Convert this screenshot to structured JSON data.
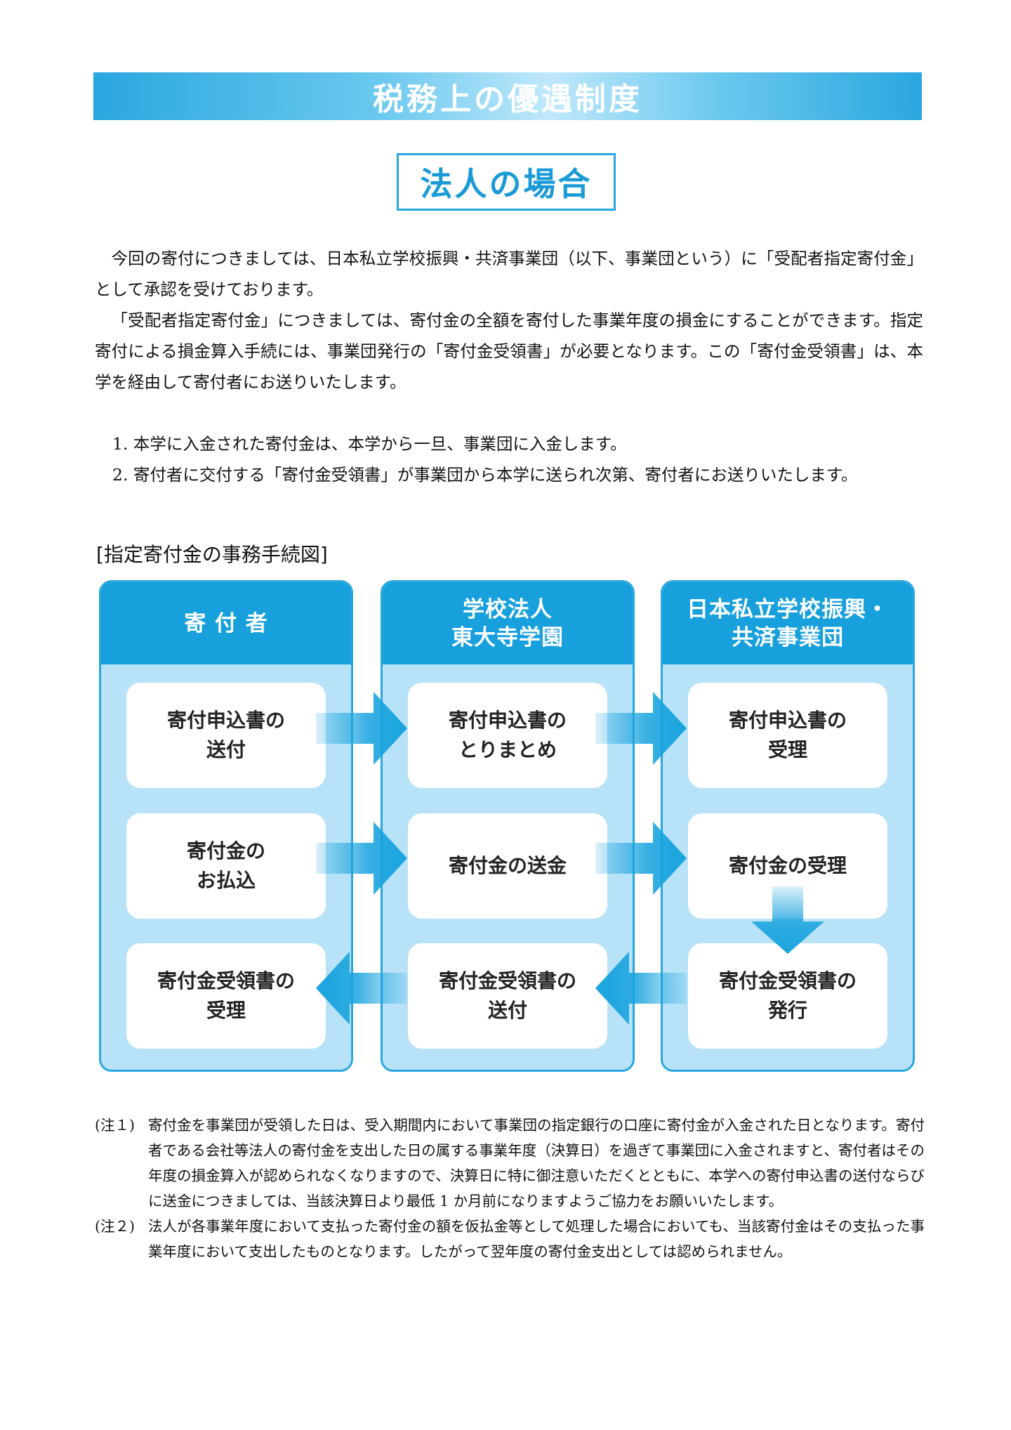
{
  "title": "税務上の優遇制度",
  "subtitle": "法人の場合",
  "intro": [
    "今回の寄付につきましては、日本私立学校振興・共済事業団（以下、事業団という）に「受配者指定寄付金」として承認を受けております。",
    "「受配者指定寄付金」につきましては、寄付金の全額を寄付した事業年度の損金にすることができます。指定寄付による損金算入手続には、事業団発行の「寄付金受領書」が必要となります。この「寄付金受領書」は、本学を経由して寄付者にお送りいたします。"
  ],
  "steps": [
    "1. 本学に入金された寄付金は、本学から一旦、事業団に入金します。",
    "2. 寄付者に交付する「寄付金受領書」が事業団から本学に送られ次第、寄付者にお送りいたします。"
  ],
  "diagram": {
    "title": "[指定寄付金の事務手続図]",
    "columns": [
      {
        "header": [
          "寄 付 者"
        ],
        "boxes": [
          [
            "寄付申込書の",
            "送付"
          ],
          [
            "寄付金の",
            "お払込"
          ],
          [
            "寄付金受領書の",
            "受理"
          ]
        ]
      },
      {
        "header": [
          "学校法人",
          "東大寺学園"
        ],
        "boxes": [
          [
            "寄付申込書の",
            "とりまとめ"
          ],
          [
            "寄付金の送金"
          ],
          [
            "寄付金受領書の",
            "送付"
          ]
        ]
      },
      {
        "header": [
          "日本私立学校振興・",
          "共済事業団"
        ],
        "boxes": [
          [
            "寄付申込書の",
            "受理"
          ],
          [
            "寄付金の受理"
          ],
          [
            "寄付金受領書の",
            "発行"
          ]
        ]
      }
    ],
    "arrow_color": "#18a3de"
  },
  "notes": [
    {
      "label": "(注１)",
      "text": "寄付金を事業団が受領した日は、受入期間内において事業団の指定銀行の口座に寄付金が入金された日となります。寄付者である会社等法人の寄付金を支出した日の属する事業年度（決算日）を過ぎて事業団に入金されますと、寄付者はその年度の損金算入が認められなくなりますので、決算日に特に御注意いただくとともに、本学への寄付申込書の送付ならびに送金につきましては、当該決算日より最低 1 か月前になりますようご協力をお願いいたします。"
    },
    {
      "label": "(注２)",
      "text": "法人が各事業年度において支払った寄付金の額を仮払金等として処理した場合においても、当該寄付金はその支払った事業年度において支出したものとなります。したがって翌年度の寄付金支出としては認められません。"
    }
  ],
  "colors": {
    "accent": "#17a0dc",
    "panel": "#b8e2f7"
  }
}
